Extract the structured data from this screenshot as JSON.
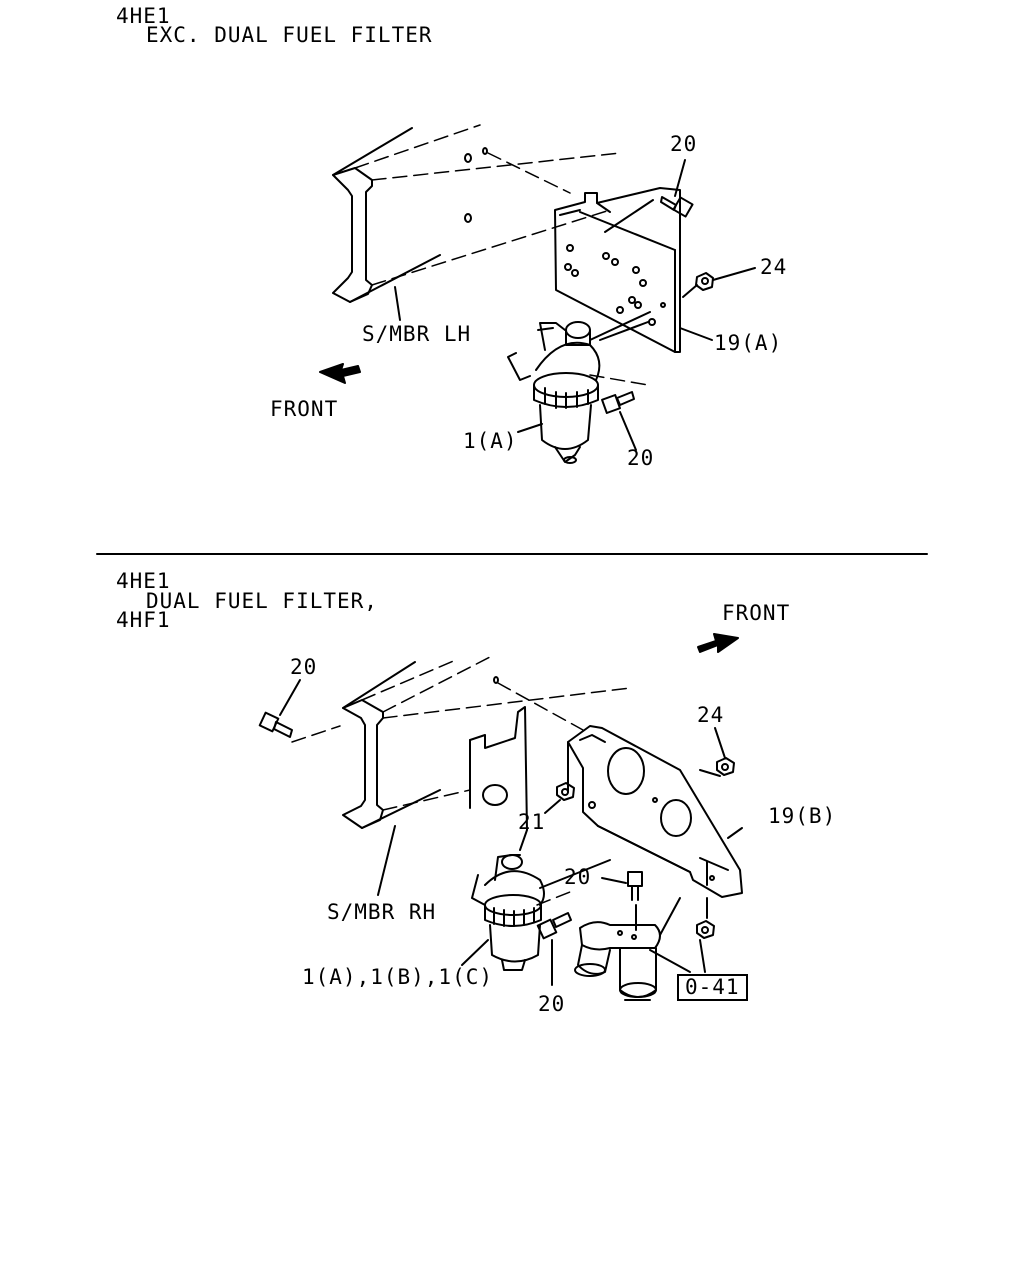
{
  "top": {
    "heading_line1": "4HE1",
    "heading_line2": "EXC. DUAL FUEL FILTER",
    "labels": {
      "bolt_upper": "20",
      "nut": "24",
      "bracket": "19(A)",
      "side_member": "S/MBR LH",
      "front": "FRONT",
      "filter": "1(A)",
      "bolt_lower": "20"
    }
  },
  "bottom": {
    "heading_line1": "4HE1",
    "heading_line2": "DUAL FUEL FILTER,",
    "heading_line3": "4HF1",
    "labels": {
      "front": "FRONT",
      "bolt_left": "20",
      "nut": "24",
      "nut_inner": "21",
      "bracket": "19(B)",
      "bolt_mid": "20",
      "side_member": "S/MBR RH",
      "filters": "1(A),1(B),1(C)",
      "bolt_lower": "20",
      "ref_box": "0-41"
    }
  }
}
